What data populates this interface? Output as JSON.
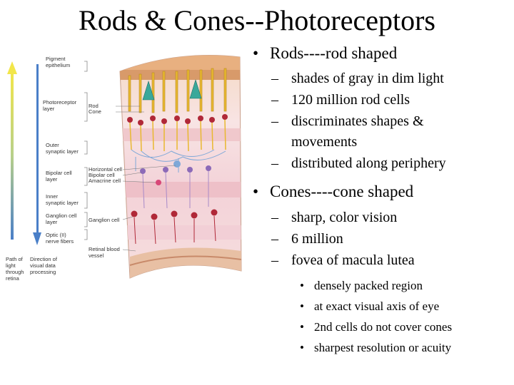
{
  "title": "Rods & Cones--Photoreceptors",
  "figure_labels": {
    "pigment_epithelium": [
      "Pigment",
      "epithelium"
    ],
    "photoreceptor_layer": [
      "Photoreceptor",
      "layer"
    ],
    "rod": "Rod",
    "cone": "Cone",
    "outer_synaptic_layer": [
      "Outer",
      "synaptic layer"
    ],
    "bipolar_cell_layer": [
      "Bipolar cell",
      "layer"
    ],
    "horizontal_cell": "Horizontal cell",
    "bipolar_cell": "Bipolar cell",
    "amacrine_cell": "Amacrine cell",
    "inner_synaptic_layer": [
      "Inner",
      "synaptic layer"
    ],
    "ganglion_cell_layer": [
      "Ganglion cell",
      "layer"
    ],
    "ganglion_cell": "Ganglion cell",
    "optic_nerve_fibers": [
      "Optic (II)",
      "nerve fibers"
    ],
    "retinal_blood_vessel": [
      "Retinal blood",
      "vessel"
    ],
    "path_of_light": [
      "Path of",
      "light",
      "through",
      "retina"
    ],
    "direction_of_visual_data": [
      "Direction of",
      "visual data",
      "processing"
    ]
  },
  "colors": {
    "arrow_top": "#f2e64a",
    "arrow_bottom": "#4a7fc8",
    "neuron_yellow": "#e8b830",
    "neuron_red": "#b02838",
    "neuron_blue": "#7fa8d8",
    "pigment": "#d89a6a",
    "photoreceptor_teal": "#3aa89a"
  },
  "bullets": [
    {
      "text": "Rods----rod shaped",
      "sub": [
        {
          "text": "shades of gray in dim light"
        },
        {
          "text": "120 million rod cells"
        },
        {
          "text": "discriminates shapes &",
          "cont": "movements"
        },
        {
          "text": "distributed along periphery"
        }
      ]
    },
    {
      "text": "Cones----cone shaped",
      "sub": [
        {
          "text": "sharp, color vision"
        },
        {
          "text": "6 million"
        },
        {
          "text": "fovea of macula lutea"
        }
      ],
      "subsub": [
        "densely packed region",
        "at exact visual axis of eye",
        "2nd cells do not cover cones",
        "sharpest resolution or acuity"
      ]
    }
  ]
}
